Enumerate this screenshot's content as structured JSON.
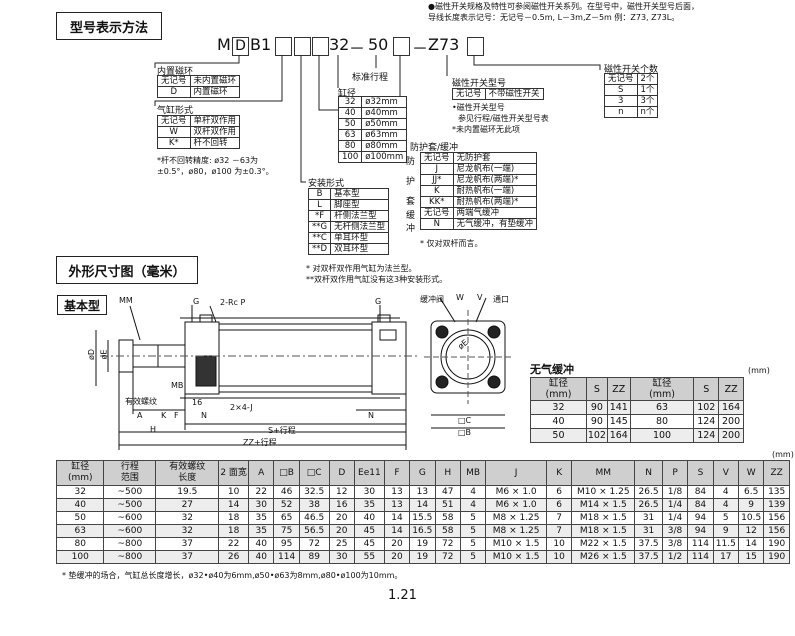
{
  "top_note": {
    "line1": "●磁性开关规格及特性可参阅磁性开关系列。在型号中，磁性开关型号后面，",
    "line2": "导线长度表示记号：无记号－0.5m, L－3m,Z－5m 例：Z73, Z73L。"
  },
  "section_model": "型号表示方法",
  "model_code": {
    "prefix": "M",
    "d": "D",
    "b1": "B1",
    "bore": "32",
    "dash1": "－",
    "stroke": "50",
    "dash2": "－",
    "switch": "Z73"
  },
  "mount_builtin": {
    "caption": "内置磁环",
    "rows": [
      [
        "无记号",
        "未内置磁环"
      ],
      [
        "D",
        "内置磁环"
      ]
    ]
  },
  "cyl_type": {
    "caption": "气缸形式",
    "rows": [
      [
        "无记号",
        "单杆双作用"
      ],
      [
        "W",
        "双杆双作用"
      ],
      [
        "K*",
        "杆不回转"
      ]
    ],
    "note1": "*杆不回转精度: ø32 －63为",
    "note2": "±0.5°，ø80，ø100 为±0.3°。"
  },
  "std_stroke": "标准行程",
  "bore_table": {
    "caption": "缸径",
    "rows": [
      [
        "32",
        "ø32mm"
      ],
      [
        "40",
        "ø40mm"
      ],
      [
        "50",
        "ø50mm"
      ],
      [
        "63",
        "ø63mm"
      ],
      [
        "80",
        "ø80mm"
      ],
      [
        "100",
        "ø100mm"
      ]
    ]
  },
  "mounting": {
    "caption": "安装形式",
    "rows": [
      [
        "B",
        "基本型"
      ],
      [
        "L",
        "脚座型"
      ],
      [
        "*F",
        "杆侧法兰型"
      ],
      [
        "**G",
        "无杆侧法兰型"
      ],
      [
        "**C",
        "单耳环型"
      ],
      [
        "**D",
        "双耳环型"
      ]
    ],
    "note1": "* 对双杆双作用气缸为法兰型。",
    "note2": "**双杆双作用气缸没有这3种安装形式。"
  },
  "switch_type": {
    "caption": "磁性开关型号",
    "rows": [
      [
        "无记号",
        "不带磁性开关"
      ]
    ],
    "note1": "•磁性开关型号",
    "note2": "参见行程/磁性开关型号表",
    "note3": "*未内置磁环无此项"
  },
  "switch_count": {
    "caption": "磁性开关个数",
    "rows": [
      [
        "无记号",
        "2个"
      ],
      [
        "S",
        "1个"
      ],
      [
        "3",
        "3个"
      ],
      [
        "n",
        "n个"
      ]
    ]
  },
  "protect": {
    "caption": "防护套/缓冲",
    "group1": [
      "防",
      "护",
      "套"
    ],
    "group2": [
      "缓",
      "冲"
    ],
    "rows": [
      [
        "无记号",
        "无防护套"
      ],
      [
        "J",
        "尼龙帆布(一端)"
      ],
      [
        "JJ*",
        "尼龙帆布(两端)*"
      ],
      [
        "K",
        "耐热帆布(一端)"
      ],
      [
        "KK*",
        "耐热帆布(两端)*"
      ],
      [
        "无记号",
        "两端气缓冲"
      ],
      [
        "N",
        "无气缓冲，有垫缓冲"
      ]
    ],
    "note": "* 仅对双杆而言。"
  },
  "section_dims": "外形尺寸图（毫米）",
  "basic_type": "基本型",
  "drawing": {
    "mm": "MM",
    "g": "G",
    "rc": "2-Rc P",
    "g2": "G",
    "phi_d": "øD",
    "phi_e": "øE",
    "eff": "有效螺纹",
    "mb": "MB",
    "a": "A",
    "k": "K",
    "f": "F",
    "n": "N",
    "n2": "N",
    "v16": "16",
    "j": "2×4-J",
    "h": "H",
    "s_stroke": "S+行程",
    "zz_stroke": "ZZ+行程",
    "cushion_valve": "缓冲阀",
    "w": "W",
    "v": "V",
    "port": "通口",
    "e_circle": "øE",
    "c_box": "□C",
    "b_box": "□B"
  },
  "cushion": {
    "title": "无气缓冲",
    "unit": "(mm)",
    "headers": [
      "缸径\n(mm)",
      "S",
      "ZZ",
      "缸径\n(mm)",
      "S",
      "ZZ"
    ],
    "rows": [
      [
        "32",
        "90",
        "141",
        "63",
        "102",
        "164"
      ],
      [
        "40",
        "90",
        "145",
        "80",
        "124",
        "200"
      ],
      [
        "50",
        "102",
        "164",
        "100",
        "124",
        "200"
      ]
    ]
  },
  "unit_main": "(mm)",
  "main_table": {
    "headers": [
      "缸径\n(mm)",
      "行程\n范围",
      "有效螺纹\n长度",
      "2 面宽",
      "A",
      "□B",
      "□C",
      "D",
      "Ee11",
      "F",
      "G",
      "H",
      "MB",
      "J",
      "K",
      "MM",
      "N",
      "P",
      "S",
      "V",
      "W",
      "ZZ"
    ],
    "rows": [
      [
        "32",
        "~500",
        "19.5",
        "10",
        "22",
        "46",
        "32.5",
        "12",
        "30",
        "13",
        "13",
        "47",
        "4",
        "M6 × 1.0",
        "6",
        "M10 × 1.25",
        "26.5",
        "1/8",
        "84",
        "4",
        "6.5",
        "135"
      ],
      [
        "40",
        "~500",
        "27",
        "14",
        "30",
        "52",
        "38",
        "16",
        "35",
        "13",
        "14",
        "51",
        "4",
        "M6 × 1.0",
        "6",
        "M14 × 1.5",
        "26.5",
        "1/4",
        "84",
        "4",
        "9",
        "139"
      ],
      [
        "50",
        "~600",
        "32",
        "18",
        "35",
        "65",
        "46.5",
        "20",
        "40",
        "14",
        "15.5",
        "58",
        "5",
        "M8 × 1.25",
        "7",
        "M18 × 1.5",
        "31",
        "1/4",
        "94",
        "5",
        "10.5",
        "156"
      ],
      [
        "63",
        "~600",
        "32",
        "18",
        "35",
        "75",
        "56.5",
        "20",
        "45",
        "14",
        "16.5",
        "58",
        "5",
        "M8 × 1.25",
        "7",
        "M18 × 1.5",
        "31",
        "3/8",
        "94",
        "9",
        "12",
        "156"
      ],
      [
        "80",
        "~800",
        "37",
        "22",
        "40",
        "95",
        "72",
        "25",
        "45",
        "20",
        "19",
        "72",
        "5",
        "M10 × 1.5",
        "10",
        "M22 × 1.5",
        "37.5",
        "3/8",
        "114",
        "11.5",
        "14",
        "190"
      ],
      [
        "100",
        "~800",
        "37",
        "26",
        "40",
        "114",
        "89",
        "30",
        "55",
        "20",
        "19",
        "72",
        "5",
        "M10 × 1.5",
        "10",
        "M26 × 1.5",
        "37.5",
        "1/2",
        "114",
        "17",
        "15",
        "190"
      ]
    ]
  },
  "footnote": "* 垫缓冲的场合，气缸总长度增长，ø32•ø40为6mm,ø50•ø63为8mm,ø80•ø100为10mm。",
  "page_number": "1.21"
}
